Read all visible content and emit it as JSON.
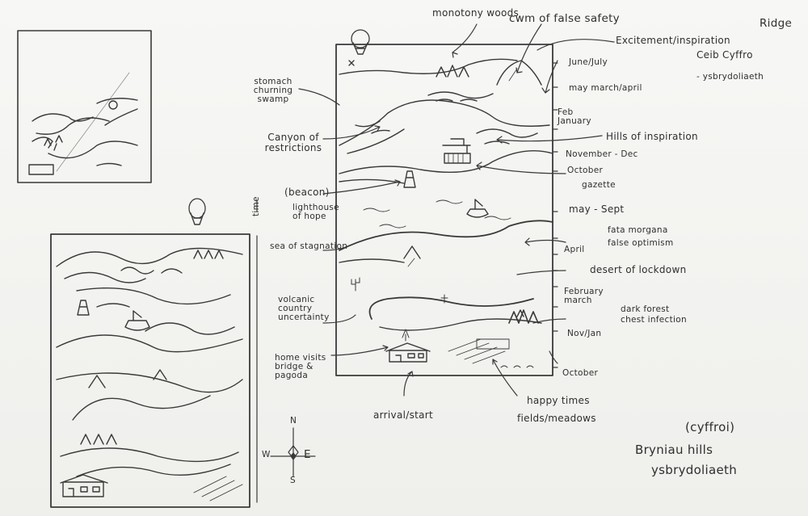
{
  "labels": {
    "monotony_woods": "monotony woods",
    "cwm_false_safety": "cwm of false safety",
    "ridge": "Ridge",
    "excitement_inspiration": "Excitement/inspiration",
    "ceib_cyffro": "Ceib Cyffro",
    "ysbrydoliaeth_top": "- ysbrydoliaeth",
    "june_july": "June/July",
    "may_march_april": "may march/april",
    "feb_january": "Feb January",
    "hills_of_inspiration": "Hills of inspiration",
    "november_dec": "November - Dec",
    "october_right": "October",
    "gazette": "gazette",
    "may_sept": "may - Sept",
    "fata_morgana": "fata morgana",
    "april": "April",
    "false_optimism": "false optimism",
    "desert_of_lockdown": "desert of lockdown",
    "february_march": "February march",
    "dark_forest": "dark forest",
    "chest_infection": "chest infection",
    "nov_jan": "Nov/Jan",
    "october_bottom": "October",
    "stomach_churning_swamp": "stomach churning swamp",
    "canyon_of_restrictions": "Canyon of restrictions",
    "beacon": "(beacon)",
    "lighthouse_of_hope": "lighthouse of hope",
    "sea_of_stagnation": "sea of stagnation",
    "volcanic_country_uncertainty": "volcanic country uncertainty",
    "home_visits_bridge_pagoda": "home visits bridge & pagoda",
    "arrival_start": "arrival/start",
    "happy_times": "happy times",
    "fields_meadows": "fields/meadows",
    "cyffroi": "(cyffroi)",
    "bryniau_hills": "Bryniau hills",
    "ysbrydoliaeth_bottom": "ysbrydoliaeth",
    "time_axis": "time"
  },
  "compass": {
    "north": "N",
    "south": "S",
    "east": "E",
    "west": "W"
  },
  "ink_color": "#2f2f2f",
  "paper_color": "#f3f3f1"
}
